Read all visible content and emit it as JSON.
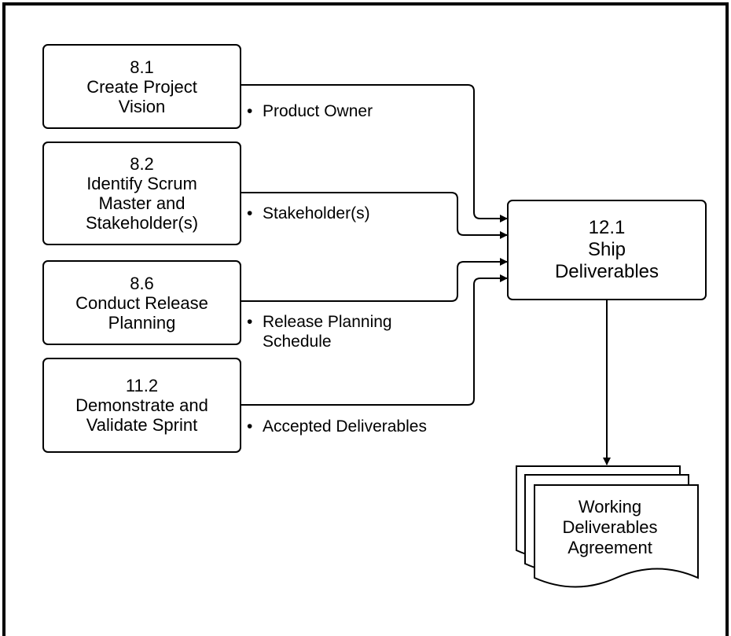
{
  "inputs": [
    {
      "number": "8.1",
      "title_lines": [
        "Create Project",
        "Vision"
      ],
      "output": [
        "Product Owner"
      ]
    },
    {
      "number": "8.2",
      "title_lines": [
        "Identify Scrum",
        "Master and",
        "Stakeholder(s)"
      ],
      "output": [
        "Stakeholder(s)"
      ]
    },
    {
      "number": "8.6",
      "title_lines": [
        "Conduct Release",
        "Planning"
      ],
      "output": [
        "Release Planning",
        "Schedule"
      ]
    },
    {
      "number": "11.2",
      "title_lines": [
        "Demonstrate and",
        "Validate Sprint"
      ],
      "output": [
        "Accepted Deliverables"
      ]
    }
  ],
  "process": {
    "number": "12.1",
    "title_lines": [
      "Ship",
      "Deliverables"
    ]
  },
  "output_document": {
    "title_lines": [
      "Working",
      "Deliverables",
      "Agreement"
    ]
  },
  "bullet": "•"
}
